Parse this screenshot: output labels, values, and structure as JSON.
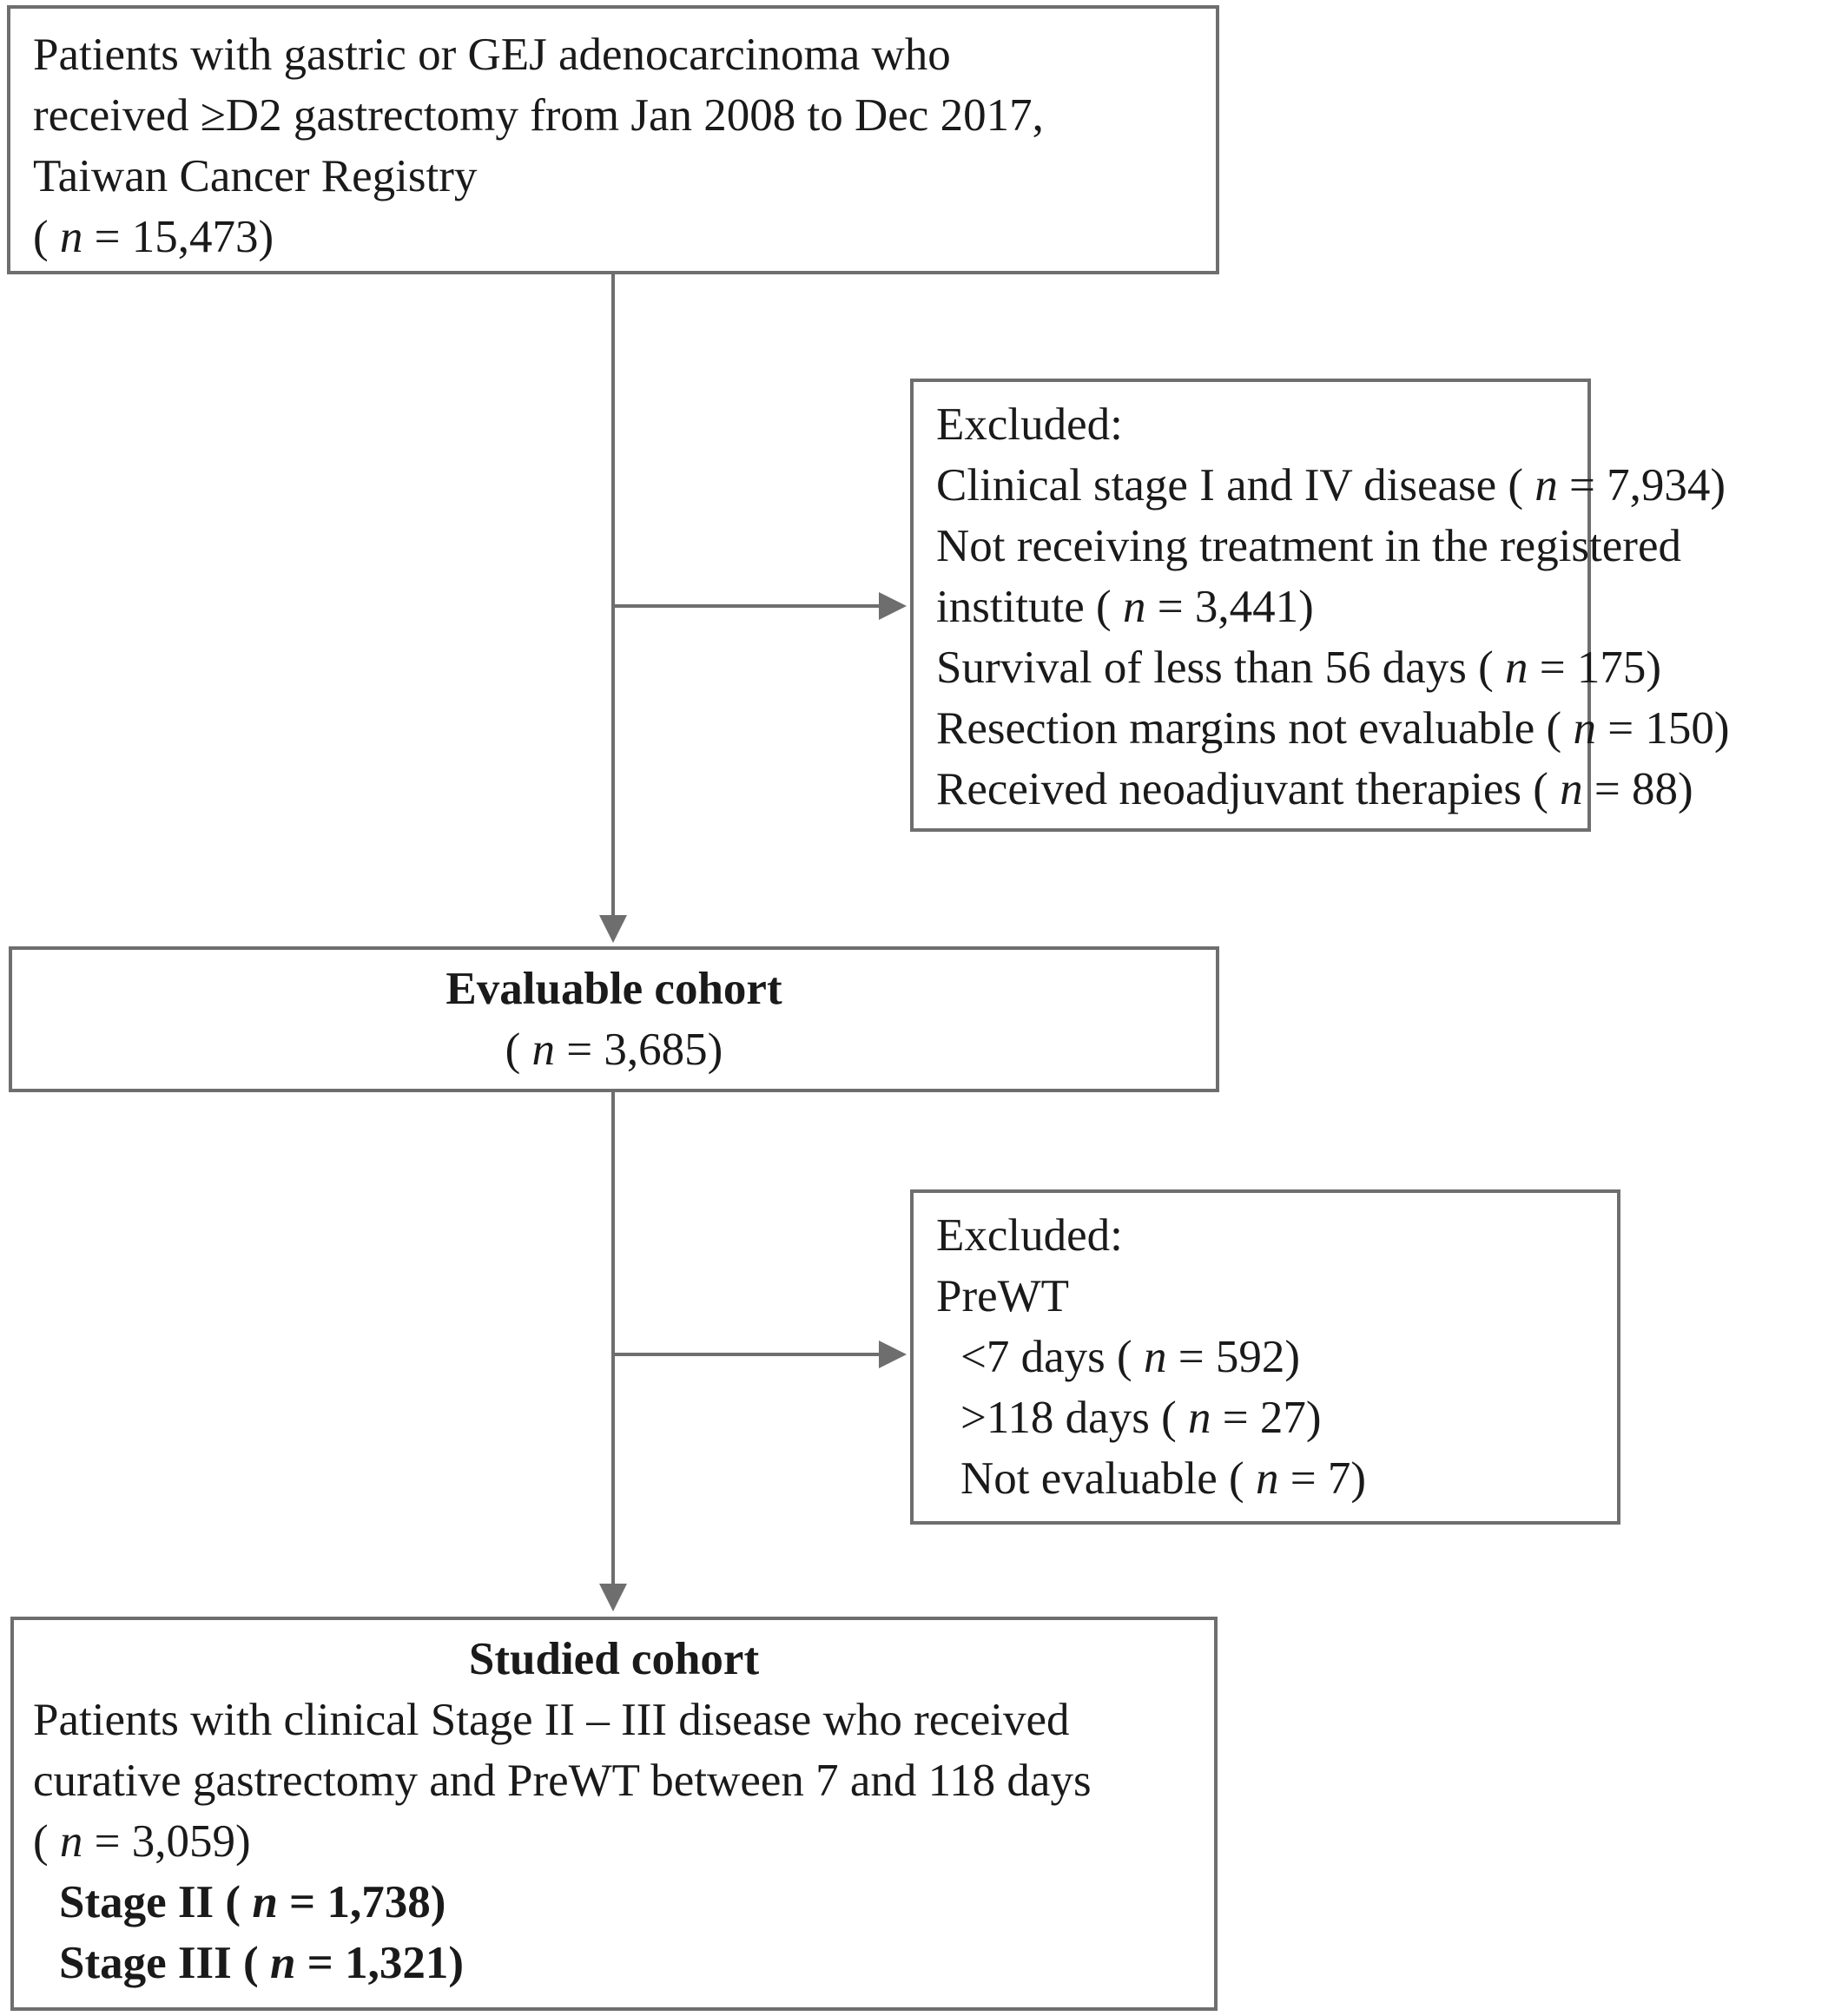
{
  "box1": {
    "line1": "Patients with gastric or GEJ adenocarcinoma who",
    "line2": "received ≥D2 gastrectomy from Jan 2008 to Dec 2017,",
    "line3": "Taiwan Cancer Registry",
    "n_prefix": "( ",
    "n_symbol": "n",
    "n_suffix": " = 15,473)"
  },
  "exclusion1": {
    "title": "Excluded:",
    "items": [
      {
        "text": "Clinical stage I and IV disease ( ",
        "n": "n",
        "value": " = 7,934)"
      },
      {
        "text": "Not receiving treatment in the registered",
        "n": "",
        "value": ""
      },
      {
        "text": "institute ( ",
        "n": "n",
        "value": " = 3,441)"
      },
      {
        "text": "Survival of less than 56 days ( ",
        "n": "n",
        "value": " = 175)"
      },
      {
        "text": "Resection margins not evaluable ( ",
        "n": "n",
        "value": " = 150)"
      },
      {
        "text": "Received neoadjuvant therapies ( ",
        "n": "n",
        "value": " = 88)"
      }
    ]
  },
  "evaluable": {
    "title": "Evaluable cohort",
    "n_prefix": "( ",
    "n_symbol": "n",
    "n_suffix": " = 3,685)"
  },
  "exclusion2": {
    "title": "Excluded:",
    "subtitle": "PreWT",
    "items": [
      {
        "text": "<7 days ( ",
        "n": "n",
        "value": " = 592)"
      },
      {
        "text": ">118 days ( ",
        "n": "n",
        "value": " = 27)"
      },
      {
        "text": "Not evaluable ( ",
        "n": "n",
        "value": " = 7)"
      }
    ]
  },
  "studied": {
    "title": "Studied cohort",
    "line1": "Patients with clinical Stage II – III disease who received",
    "line2": "curative gastrectomy and PreWT between 7 and 118 days",
    "n_prefix": "( ",
    "n_symbol": "n",
    "n_suffix": " = 3,059)",
    "stages": [
      {
        "text": "Stage II ( ",
        "n": "n",
        "value": " = 1,738)"
      },
      {
        "text": "Stage III ( ",
        "n": "n",
        "value": " = 1,321)"
      }
    ]
  },
  "colors": {
    "border": "#6e6e6e",
    "arrow": "#6e6e6e",
    "text": "#1a1a1a"
  }
}
